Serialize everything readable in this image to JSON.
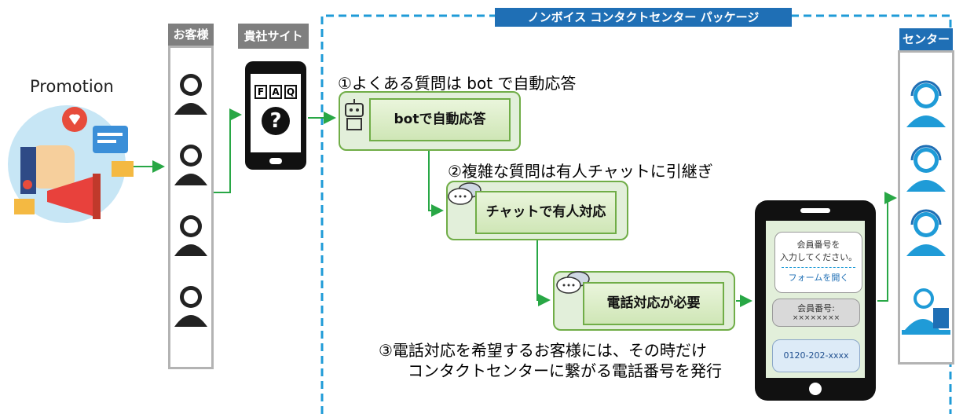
{
  "banner": {
    "title": "ノンボイス コンタクトセンター パッケージ"
  },
  "promotion": {
    "label": "Promotion"
  },
  "columns": {
    "customers": "お客様",
    "site": "貴社サイト",
    "center": "センター"
  },
  "faq": {
    "letters": [
      "F",
      "A",
      "Q"
    ],
    "symbol": "?"
  },
  "steps": [
    {
      "caption": "①よくある質問は bot で自動応答",
      "box_label": "botで自動応答"
    },
    {
      "caption": "②複雑な質問は有人チャットに引継ぎ",
      "box_label": "チャットで有人対応"
    },
    {
      "caption_lines": [
        "③電話対応を希望するお客様には、その時だけ",
        "コンタクトセンターに繋がる電話番号を発行"
      ],
      "box_label": "電話対応が必要"
    }
  ],
  "phone": {
    "bubble1_lines": [
      "会員番号を",
      "入力してください。"
    ],
    "bubble1_link": "フォームを開く",
    "bubble2_lines": [
      "会員番号:",
      "××××××××"
    ],
    "bubble3": "0120-202-xxxx"
  },
  "colors": {
    "accent_blue": "#1f9bd7",
    "header_gray": "#7f7f7f",
    "center_blue": "#1f6fb5",
    "green": "#28a745"
  }
}
